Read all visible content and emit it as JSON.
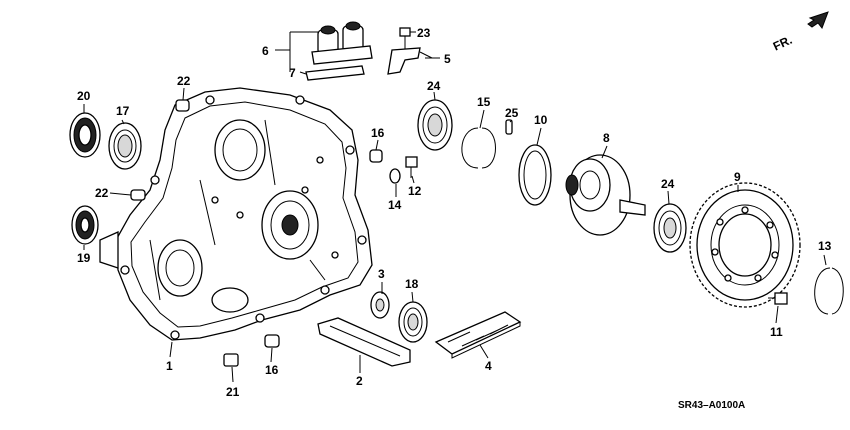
{
  "diagram": {
    "orientation_label": "FR.",
    "diagram_code": "SR43–A0100A",
    "callouts": [
      {
        "id": "c1",
        "label": "1"
      },
      {
        "id": "c2",
        "label": "2"
      },
      {
        "id": "c3",
        "label": "3"
      },
      {
        "id": "c4",
        "label": "4"
      },
      {
        "id": "c5",
        "label": "5"
      },
      {
        "id": "c6",
        "label": "6"
      },
      {
        "id": "c7",
        "label": "7"
      },
      {
        "id": "c8",
        "label": "8"
      },
      {
        "id": "c9",
        "label": "9"
      },
      {
        "id": "c10",
        "label": "10"
      },
      {
        "id": "c11",
        "label": "11"
      },
      {
        "id": "c12",
        "label": "12"
      },
      {
        "id": "c13",
        "label": "13"
      },
      {
        "id": "c14",
        "label": "14"
      },
      {
        "id": "c15",
        "label": "15"
      },
      {
        "id": "c16a",
        "label": "16"
      },
      {
        "id": "c16b",
        "label": "16"
      },
      {
        "id": "c17",
        "label": "17"
      },
      {
        "id": "c18",
        "label": "18"
      },
      {
        "id": "c19",
        "label": "19"
      },
      {
        "id": "c20",
        "label": "20"
      },
      {
        "id": "c21",
        "label": "21"
      },
      {
        "id": "c22a",
        "label": "22"
      },
      {
        "id": "c22b",
        "label": "22"
      },
      {
        "id": "c23",
        "label": "23"
      },
      {
        "id": "c24a",
        "label": "24"
      },
      {
        "id": "c24b",
        "label": "24"
      },
      {
        "id": "c25",
        "label": "25"
      }
    ]
  }
}
